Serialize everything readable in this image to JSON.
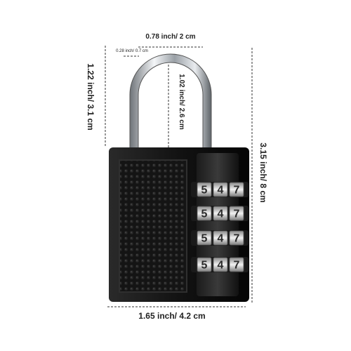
{
  "dimensions": {
    "shackle_inner_width": "0.78 inch/ 2 cm",
    "shackle_thickness": "0.28 inch/ 0.7 cm",
    "shackle_height": "1.22 inch/ 3.1 cm",
    "shackle_inner_height": "1.02 inch/ 2.6 cm",
    "total_height": "3.15 inch/ 8 cm",
    "body_width": "1.65 inch/ 4.2 cm"
  },
  "dials": [
    [
      "5",
      "4",
      "7"
    ],
    [
      "5",
      "4",
      "7"
    ],
    [
      "5",
      "4",
      "7"
    ],
    [
      "5",
      "4",
      "7"
    ]
  ],
  "colors": {
    "body": "#111111",
    "shackle": "#c8ccd0",
    "dial_face": "#e6e6e6",
    "dimension_line": "#333333"
  }
}
